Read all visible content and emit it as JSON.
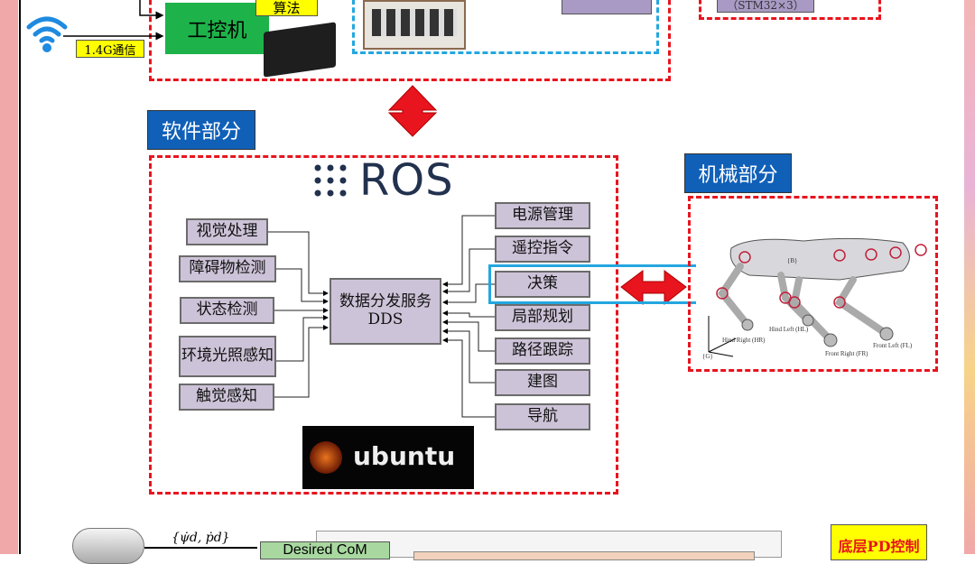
{
  "hardware": {
    "ipc_label": "工控机",
    "algorithm_label": "算法",
    "comm_label": "1.4G通信",
    "stm32_label": "（STM32×3）"
  },
  "software": {
    "section_label": "软件部分",
    "ros_label": "ROS",
    "ubuntu_label": "ubuntu",
    "inputs": [
      "视觉处理",
      "障碍物检测",
      "状态检测",
      "环境光照感知",
      "触觉感知"
    ],
    "center": {
      "line1": "数据分发服务",
      "line2": "DDS"
    },
    "outputs": [
      "电源管理",
      "遥控指令",
      "决策",
      "局部规划",
      "路径跟踪",
      "建图",
      "导航"
    ]
  },
  "mechanical": {
    "section_label": "机械部分",
    "robot_labels": [
      "Hind Right (HR)",
      "Hind Left (HL)",
      "Front Right (FR)",
      "Front Left (FL)",
      "{B}",
      "{G}"
    ]
  },
  "control": {
    "command_label": "{ψ̇d, ṗd}",
    "desired_com_label": "Desired CoM",
    "pd_label": "底层PD控制"
  },
  "colors": {
    "dash_red": "#e8141e",
    "dash_blue": "#23a7e0",
    "node_fill": "#cdc3d8",
    "section_blue": "#1060b8",
    "ipc_green": "#1db34a"
  }
}
